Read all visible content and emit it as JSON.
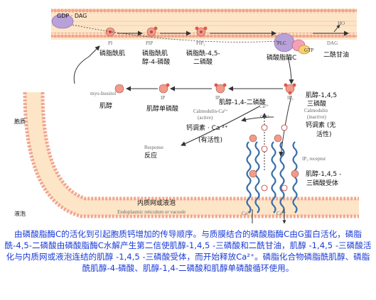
{
  "membrane": {
    "gdp_dag": "GDP · DAG",
    "pi": "PI",
    "pip": "PIP",
    "pip2": "PIP₂",
    "plc": "PLC",
    "gtp": "GTP",
    "ho": "HO",
    "dag": "DAG",
    "cn_pi": "磷脂酰肌",
    "cn_pip_1": "磷脂酰肌",
    "cn_pip_2": "醇-4-磷酸",
    "cn_pip2_1": "磷脂酰-4,5-",
    "cn_pip2_2": "二磷酸",
    "cn_plc": "磷酸脂酶C",
    "cn_dag": "二酰甘油"
  },
  "cycle": {
    "myo_inositol": "myo-Inositol",
    "cn_inositol": "肌醇",
    "ip": "IP",
    "cn_ip": "肌醇单磷酸",
    "ip2": "IP₂",
    "cn_ip2": "肌醇-1,4-二磷酸",
    "ip3": "IP₃",
    "cn_ip3_1": "肌醇-1,4,5",
    "cn_ip3_2": "三磷酸"
  },
  "calmodulin": {
    "active_en_1": "Calmodulin-Ca²⁺",
    "active_en_2": "(active)",
    "active_cn_1": "钙调素 · Ca ²⁺",
    "active_cn_2": "(有活性)",
    "inactive_en_1": "Calmodulin",
    "inactive_en_2": "(inactive)",
    "inactive_cn_1": "钙调素 (无",
    "inactive_cn_2": "活性)",
    "ca_top": "Ca²⁺",
    "ca_mid": "Ca²⁺"
  },
  "response": {
    "en": "Response",
    "cn": "反应"
  },
  "receptor": {
    "en": "IP₃ receptor",
    "cn_1": "肌醇-1,4,5 -",
    "cn_2": "三磷酸受体",
    "ca_left": "Ca²⁺",
    "ca_right": "Ca²⁺"
  },
  "er": {
    "cn": "内质网或液泡",
    "en": "Endoplasmic reticulum or vacuole"
  },
  "side": {
    "cytoplasm": "胞质",
    "vacuole": "液泡"
  },
  "caption": "由磷酸脂酶C的活化到引起胞质钙增加的传导顺序。与质膜结合的磷酸脂酶C由G蛋白活化，磷脂酰-4,5-二磷酸由磷酸脂酶C水解产生第二信使肌醇-1,4,5 -三磷酸和二酰甘油，肌醇 -1,4,5 -三磷酸活化与内质网或液泡连结的肌醇 -1,4,5 -三磷酸受体，而开始释放Ca²⁺。磷脂化合物磷脂酰肌醇、磷脂酰肌醇-4-磷酸、肌醇-1,4-二磷酸和肌醇单磷酸循环使用。",
  "colors": {
    "membrane_salmon": "#f2a58e",
    "membrane_core": "#fde6c8",
    "er_blue": "#3a6fa8",
    "pink_ball": "#f39a8a",
    "plc_purple": "#b8a0d8",
    "caption_blue": "#1a3bd6"
  }
}
